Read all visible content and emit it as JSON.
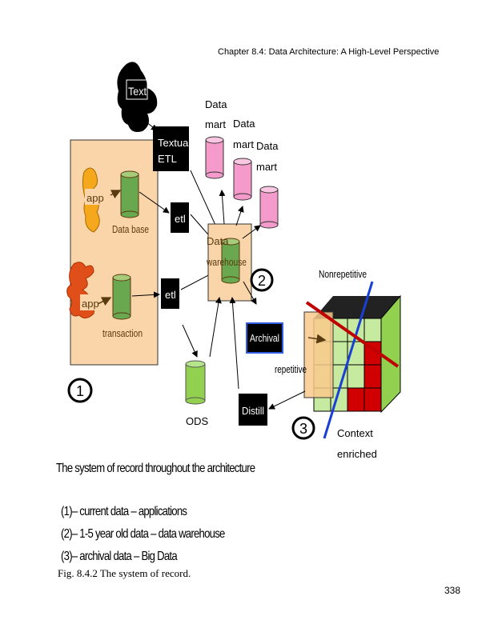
{
  "header": {
    "title": "Chapter 8.4: Data Architecture: A High-Level Perspective"
  },
  "diagram": {
    "text_blob": "Text",
    "textual_etl": [
      "Textual",
      "ETL"
    ],
    "etl_1": "etl",
    "etl_2": "etl",
    "app_1": "app",
    "app_2": "app",
    "database": "Data base",
    "transaction": "transaction",
    "data_marts": [
      [
        "Data",
        "mart"
      ],
      [
        "Data",
        "mart"
      ],
      [
        "Data",
        "mart"
      ]
    ],
    "warehouse": [
      "Data",
      "warehouse"
    ],
    "ods": "ODS",
    "archival": "Archival",
    "distill": "Distill",
    "nonrepetitive": "Nonrepetitive",
    "repetitive": "repetitive",
    "context_enriched": [
      "Context",
      "enriched"
    ],
    "markers": [
      "1",
      "2",
      "3"
    ]
  },
  "caption_title": "The system of record throughout the architecture",
  "list": [
    "(1)– current data – applications",
    "(2)– 1-5 year old data – data warehouse",
    "(3)– archival data – Big Data"
  ],
  "figure_caption": "Fig. 8.4.2 The system of record.",
  "page_number": "338",
  "colors": {
    "peach": "#fbd5aa",
    "green": "#6aa84f",
    "pink": "#f59bcb",
    "red": "#c00000",
    "blue": "#1a3fd6"
  }
}
